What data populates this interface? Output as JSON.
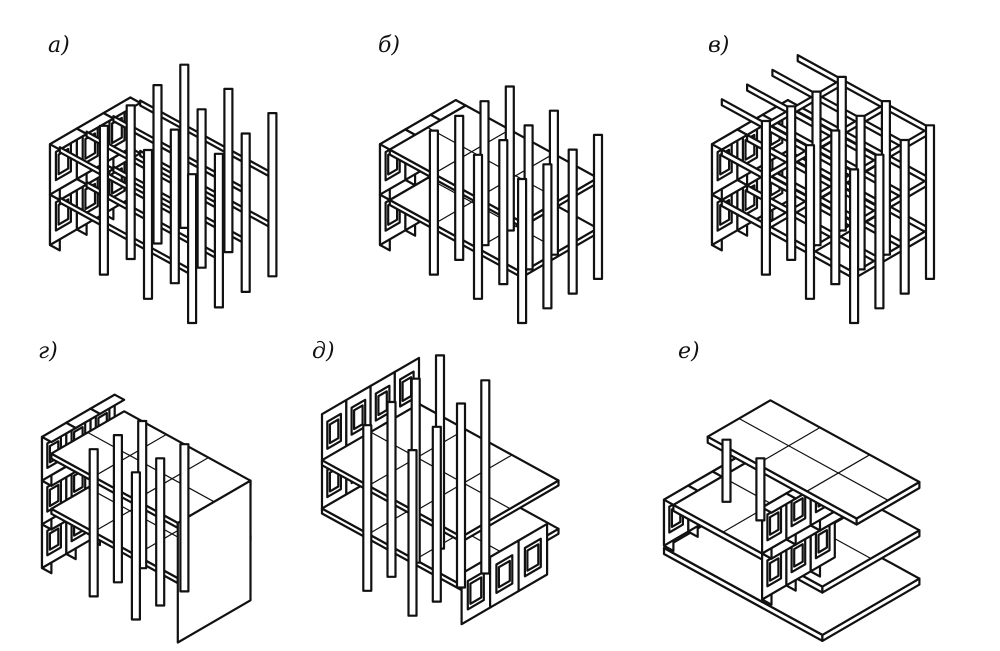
{
  "panels": [
    {
      "id": "a",
      "label": "а)"
    },
    {
      "id": "b",
      "label": "б)"
    },
    {
      "id": "v",
      "label": "в)"
    },
    {
      "id": "g",
      "label": "г)"
    },
    {
      "id": "d",
      "label": "д)"
    },
    {
      "id": "e",
      "label": "е)"
    }
  ],
  "colors": {
    "ink": "#111111",
    "paper": "#ffffff"
  }
}
